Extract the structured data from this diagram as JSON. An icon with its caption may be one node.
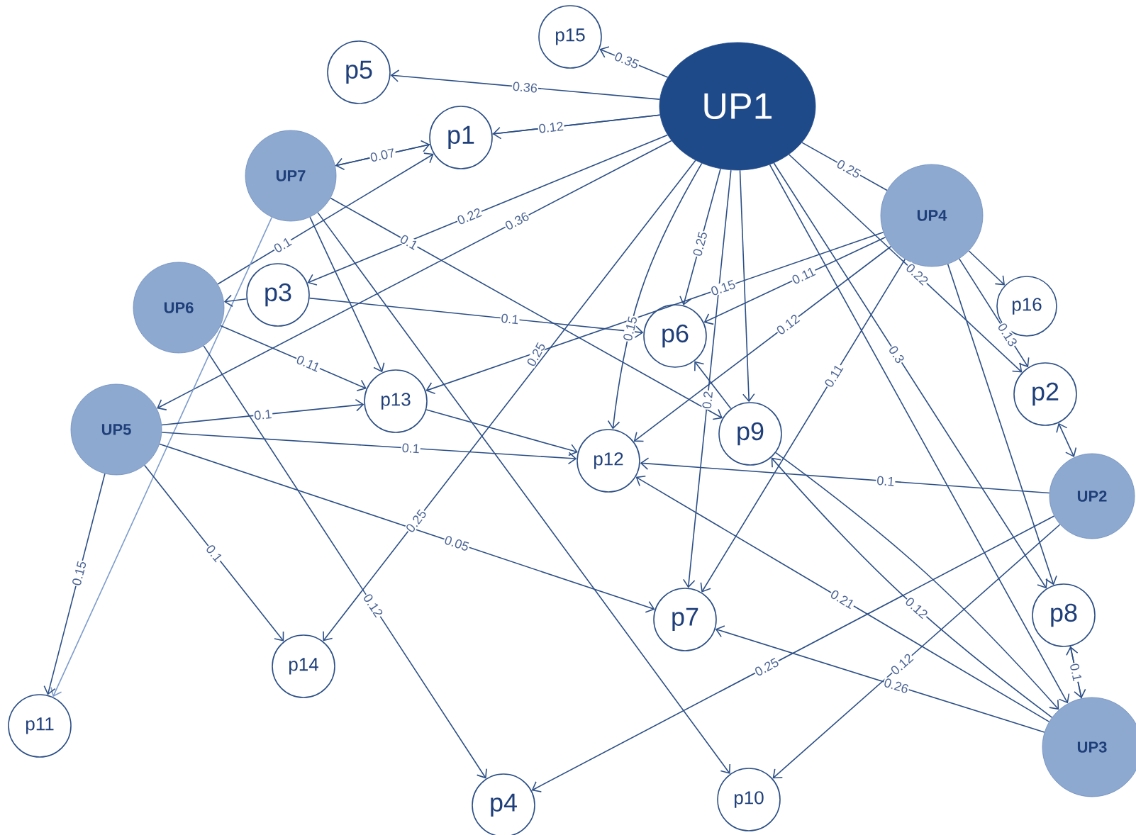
{
  "diagram": {
    "nodes": [
      {
        "text": [
          "UP1"
        ]
      },
      {
        "text": [
          "p15"
        ]
      },
      {
        "text": [
          "p5"
        ]
      },
      {
        "text": [
          "p1"
        ]
      },
      {
        "text": [
          "UP7"
        ]
      },
      {
        "text": [
          "UP4"
        ]
      },
      {
        "text": [
          "UP6"
        ]
      },
      {
        "text": [
          "p3"
        ]
      },
      {
        "text": [
          "p6"
        ]
      },
      {
        "text": [
          "p16"
        ]
      },
      {
        "text": [
          "p2"
        ]
      },
      {
        "text": [
          "p13"
        ]
      },
      {
        "text": [
          "UP5"
        ]
      },
      {
        "text": [
          "p9"
        ]
      },
      {
        "text": [
          "p12"
        ]
      },
      {
        "text": [
          "UP2"
        ]
      },
      {
        "text": [
          "p8"
        ]
      },
      {
        "text": [
          "p7"
        ]
      },
      {
        "text": [
          "UP3"
        ]
      },
      {
        "text": [
          "p14"
        ]
      },
      {
        "text": [
          "p11"
        ]
      },
      {
        "text": [
          "p4"
        ]
      },
      {
        "text": [
          "p10"
        ]
      }
    ],
    "edges": [
      {
        "from": 0,
        "to": 1,
        "arrow": "to",
        "label": "0.35"
      },
      {
        "from": 0,
        "to": 2,
        "arrow": "to",
        "label": "0.36"
      },
      {
        "from": 4,
        "to": 3,
        "arrow": "to",
        "label": "0.07"
      },
      {
        "from": 0,
        "to": 3,
        "arrow": "to",
        "label": "0.12"
      },
      {
        "from": 3,
        "to": 0,
        "arrow": "none"
      },
      {
        "from": 3,
        "to": 4,
        "arrow": "to"
      },
      {
        "from": 6,
        "to": 3,
        "arrow": "to",
        "label": "0.1"
      },
      {
        "from": 0,
        "to": 7,
        "arrow": "to",
        "label": "0.22"
      },
      {
        "from": 0,
        "to": 12,
        "arrow": "to",
        "label": "0.36"
      },
      {
        "from": 4,
        "to": 13,
        "arrow": "to",
        "label": "0.1"
      },
      {
        "from": 4,
        "to": 11,
        "arrow": "to"
      },
      {
        "from": 4,
        "to": 22,
        "arrow": "to"
      },
      {
        "from": 4,
        "to": 20,
        "arrow": "to",
        "color": "#7d9ccc"
      },
      {
        "from": 7,
        "to": 6,
        "arrow": "to"
      },
      {
        "from": 7,
        "to": 8,
        "arrow": "to",
        "label": "0.1"
      },
      {
        "from": 6,
        "to": 11,
        "arrow": "to",
        "label": "0.11"
      },
      {
        "from": 6,
        "to": 21,
        "arrow": "to",
        "label": "0.12"
      },
      {
        "from": 12,
        "to": 11,
        "arrow": "to",
        "label": "0.1"
      },
      {
        "from": 12,
        "to": 14,
        "arrow": "to",
        "label": "0.1"
      },
      {
        "from": 12,
        "to": 17,
        "arrow": "to",
        "label": "0.05"
      },
      {
        "from": 12,
        "to": 19,
        "arrow": "to",
        "label": "0.1"
      },
      {
        "from": 12,
        "to": 20,
        "arrow": "to",
        "label": "0.15"
      },
      {
        "from": 5,
        "to": 11,
        "arrow": "to",
        "label": "0.15"
      },
      {
        "from": 0,
        "to": 19,
        "arrow": "to",
        "label": "0.25"
      },
      {
        "from": 0,
        "to": 14,
        "arrow": "to",
        "label": "0.15"
      },
      {
        "from": 0,
        "to": 8,
        "arrow": "to",
        "label": "0.25"
      },
      {
        "from": 0,
        "to": 17,
        "arrow": "to",
        "label": "0.2"
      },
      {
        "from": 0,
        "to": 13,
        "arrow": "to"
      },
      {
        "from": 0,
        "to": 5,
        "arrow": "none",
        "label": "0.25"
      },
      {
        "from": 0,
        "to": 10,
        "arrow": "to",
        "label": "0.22"
      },
      {
        "from": 0,
        "to": 16,
        "arrow": "to",
        "label": "0.3"
      },
      {
        "from": 0,
        "to": 18,
        "arrow": "to"
      },
      {
        "from": 5,
        "to": 9,
        "arrow": "to"
      },
      {
        "from": 5,
        "to": 10,
        "arrow": "to",
        "label": "0.13"
      },
      {
        "from": 5,
        "to": 8,
        "arrow": "to",
        "label": "0.11"
      },
      {
        "from": 5,
        "to": 14,
        "arrow": "to",
        "label": "0.12"
      },
      {
        "from": 5,
        "to": 17,
        "arrow": "to",
        "label": "0.11"
      },
      {
        "from": 5,
        "to": 16,
        "arrow": "to"
      },
      {
        "from": 11,
        "to": 14,
        "arrow": "to"
      },
      {
        "from": 13,
        "to": 8,
        "arrow": "to"
      },
      {
        "from": 10,
        "to": 15,
        "arrow": "both"
      },
      {
        "from": 15,
        "to": 14,
        "arrow": "to",
        "label": "0.1"
      },
      {
        "from": 15,
        "to": 21,
        "arrow": "to",
        "label": "0.25"
      },
      {
        "from": 15,
        "to": 22,
        "arrow": "to",
        "label": "0.12"
      },
      {
        "from": 16,
        "to": 18,
        "arrow": "to"
      },
      {
        "from": 18,
        "to": 16,
        "arrow": "to",
        "label": "0.1"
      },
      {
        "from": 18,
        "to": 17,
        "arrow": "to",
        "label": "0.26"
      },
      {
        "from": 18,
        "to": 14,
        "arrow": "to",
        "label": "0.21"
      },
      {
        "from": 18,
        "to": 13,
        "arrow": "to",
        "label": "0.12"
      },
      {
        "from": 13,
        "to": 18,
        "arrow": "to"
      }
    ],
    "labels": [
      "0.25"
    ]
  }
}
